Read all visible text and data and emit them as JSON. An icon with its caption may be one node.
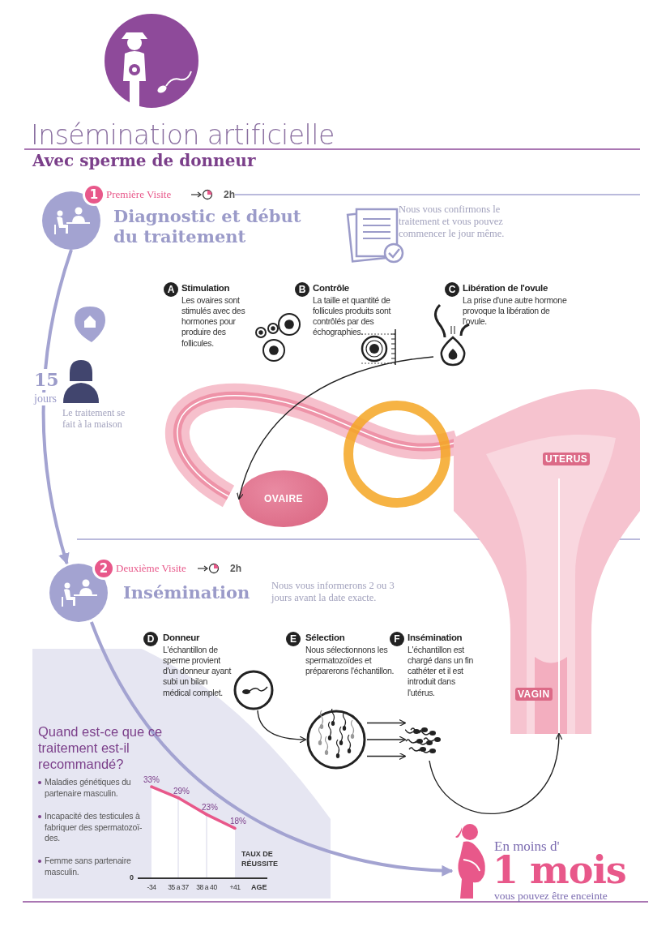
{
  "diagram": {
    "title": "Insémination artificielle",
    "nodes": [
      {
        "text": [],
        "shape": "circle"
      },
      {
        "text": [],
        "shape": "circle"
      },
      {
        "text": [
          "En moins d'",
          "1 mois",
          "vous pouvez être enceinte"
        ]
      },
      {
        "text": [],
        "shape": "picture"
      },
      {
        "text": [
          "OVAIRE"
        ]
      },
      {
        "text": [
          "UTERUS",
          "VAGIN"
        ]
      },
      {
        "text": [],
        "shape": "picture"
      },
      {
        "text": [],
        "shape": "picture"
      },
      {
        "text": [],
        "shape": "picture"
      }
    ],
    "edges": [
      {
        "from": 0,
        "to": 1,
        "arrow": "to",
        "style": "thick",
        "color": "#a3a3d1"
      },
      {
        "from": 1,
        "to": 2,
        "arrow": "to",
        "style": "thick",
        "color": "#a3a3d1"
      },
      {
        "from": 3,
        "to": 4,
        "arrow": "to"
      },
      {
        "from": 6,
        "to": 7,
        "arrow": "to"
      },
      {
        "from": 7,
        "to": 8,
        "arrow": "to"
      },
      {
        "from": 7,
        "to": 8,
        "arrow": "to"
      },
      {
        "from": 7,
        "to": 8,
        "arrow": "to"
      },
      {
        "from": 8,
        "to": 5,
        "arrow": "to"
      }
    ],
    "labels": [
      "Avec sperme de donneur",
      "1",
      "Première Visite",
      "2h",
      "Diagnostic et début du traitement",
      "Nous vous confirmons le traitement et vous pouvez commencer le jour même.",
      "A",
      "Stimulation",
      "Les ovaires sont stimulés avec des hormones pour produire des follicules.",
      "B",
      "Contrôle",
      "La taille et quantité de follicules produits sont contrôlés par des échographies.",
      "C",
      "Libération de l'ovule",
      "La prise d'une autre hormone provoque la libération de l'ovule.",
      "15",
      "jours",
      "Le traitement se fait à la maison",
      "2",
      "Deuxième Visite",
      "2h",
      "Insémination",
      "Nous vous informerons 2 ou 3 jours avant la date exacte.",
      "D",
      "Donneur",
      "L'échantillon de sperme provient d'un donneur ayant subi un bilan médical complet.",
      "E",
      "Sélection",
      "Nous sélectionnons les spermatozoïdes et préparerons l'échantillon.",
      "F",
      "Insémination",
      "L'échantillon est chargé dans un fin cathéter et il est introduit dans l'utérus.",
      "Quand est-ce que ce traitement est-il recommandé?",
      "Maladies génétiques du partenaire masculin.",
      "Incapacité des testicules à fabriquer des spermatozoï-des.",
      "Femme sans partenaire masculin.",
      "0"
    ],
    "chart_data": {
      "type": "area",
      "xlabel": "AGE",
      "ylabel": "TAUX DE RÉUSSITE",
      "categories": [
        "-34",
        "35 a 37",
        "38 a 40",
        "+41"
      ],
      "series": [
        {
          "color": "#e8588a",
          "values": [
            33,
            29,
            23,
            18
          ],
          "value_labels": [
            "33%",
            "29%",
            "23%",
            "18%"
          ]
        }
      ],
      "data_labels": true
    }
  }
}
